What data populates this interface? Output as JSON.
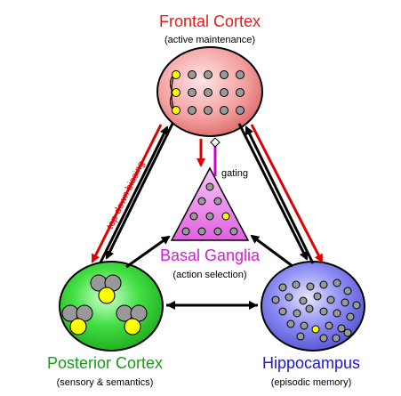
{
  "frontal": {
    "title": "Frontal Cortex",
    "subtitle": "(active maintenance)",
    "color": "#e8191b"
  },
  "basal": {
    "title": "Basal Ganglia",
    "subtitle": "(action selection)",
    "color": "#d81bd8"
  },
  "posterior": {
    "title": "Posterior Cortex",
    "subtitle": "(sensory & semantics)",
    "color": "#1a9a1a"
  },
  "hippocampus": {
    "title": "Hippocampus",
    "subtitle": "(episodic memory)",
    "color": "#1a1ad8"
  },
  "labels": {
    "gating": "gating",
    "top_down": "top-down biasing"
  },
  "colors": {
    "frontal_fill": "#f29a9a",
    "basal_fill": "#f07cf0",
    "posterior_fill": "#33d633",
    "hippocampus_fill": "#7373f0",
    "unit_gray": "#999999",
    "unit_active": "#ffff00",
    "arrow_black": "#000000",
    "arrow_red": "#e00000",
    "arrow_magenta": "#cc00cc"
  }
}
